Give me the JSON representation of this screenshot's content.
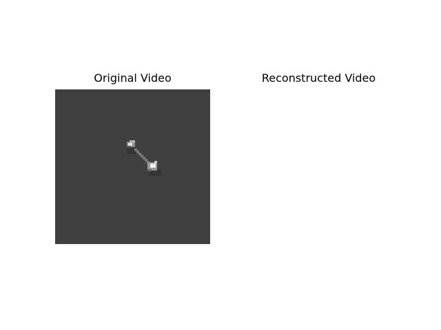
{
  "figure": {
    "panels": [
      {
        "title": "Original Video",
        "background_color": "#404040",
        "content": "video-frame"
      },
      {
        "title": "Reconstructed Video",
        "background_color": "#ffffff",
        "content": "empty"
      }
    ]
  }
}
